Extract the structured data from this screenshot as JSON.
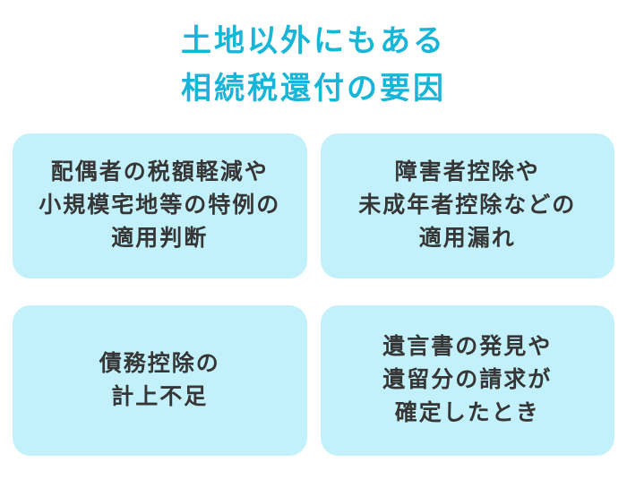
{
  "title": {
    "lines": [
      "土地以外にもある",
      "相続税還付の要因"
    ]
  },
  "cards": [
    {
      "id": "spouse-tax-reduction",
      "lines": [
        "配偶者の税額軽減や",
        "小規模宅地等の特例の",
        "適用判断"
      ]
    },
    {
      "id": "disability-minor-deduction",
      "lines": [
        "障害者控除や",
        "未成年者控除などの",
        "適用漏れ"
      ]
    },
    {
      "id": "debt-deduction-shortfall",
      "lines": [
        "債務控除の",
        "計上不足"
      ]
    },
    {
      "id": "will-discovery",
      "lines": [
        "遺言書の発見や",
        "遺留分の請求が",
        "確定したとき"
      ]
    }
  ],
  "colors": {
    "accent": "#17b5d8",
    "card_background": "#c3f1fb",
    "card_text": "#363636",
    "page_background": "#ffffff"
  }
}
